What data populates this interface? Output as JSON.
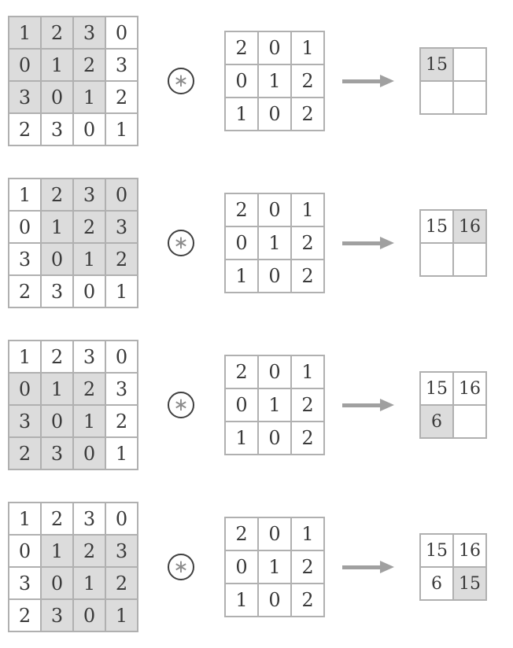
{
  "colors": {
    "highlight": "#dcdcdc",
    "grid_border": "#b0b0b0",
    "digit": "#3a3a3a",
    "arrow": "#a0a0a0",
    "operator_ring": "#3f3f3f",
    "operator_glyph": "#8c8c8c"
  },
  "operator": {
    "symbol": "∗"
  },
  "input_matrix": {
    "rows": 4,
    "cols": 4,
    "values": [
      [
        1,
        2,
        3,
        0
      ],
      [
        0,
        1,
        2,
        3
      ],
      [
        3,
        0,
        1,
        2
      ],
      [
        2,
        3,
        0,
        1
      ]
    ]
  },
  "kernel": {
    "rows": 3,
    "cols": 3,
    "values": [
      [
        2,
        0,
        1
      ],
      [
        0,
        1,
        2
      ],
      [
        1,
        0,
        2
      ]
    ]
  },
  "steps": [
    {
      "window": {
        "row": 0,
        "col": 0,
        "size": 3
      },
      "output": {
        "values": [
          [
            "15",
            ""
          ],
          [
            "",
            ""
          ]
        ],
        "highlight": {
          "row": 0,
          "col": 0
        }
      }
    },
    {
      "window": {
        "row": 0,
        "col": 1,
        "size": 3
      },
      "output": {
        "values": [
          [
            "15",
            "16"
          ],
          [
            "",
            ""
          ]
        ],
        "highlight": {
          "row": 0,
          "col": 1
        }
      }
    },
    {
      "window": {
        "row": 1,
        "col": 0,
        "size": 3
      },
      "output": {
        "values": [
          [
            "15",
            "16"
          ],
          [
            "6",
            ""
          ]
        ],
        "highlight": {
          "row": 1,
          "col": 0
        }
      }
    },
    {
      "window": {
        "row": 1,
        "col": 1,
        "size": 3
      },
      "output": {
        "values": [
          [
            "15",
            "16"
          ],
          [
            "6",
            "15"
          ]
        ],
        "highlight": {
          "row": 1,
          "col": 1
        }
      }
    }
  ]
}
